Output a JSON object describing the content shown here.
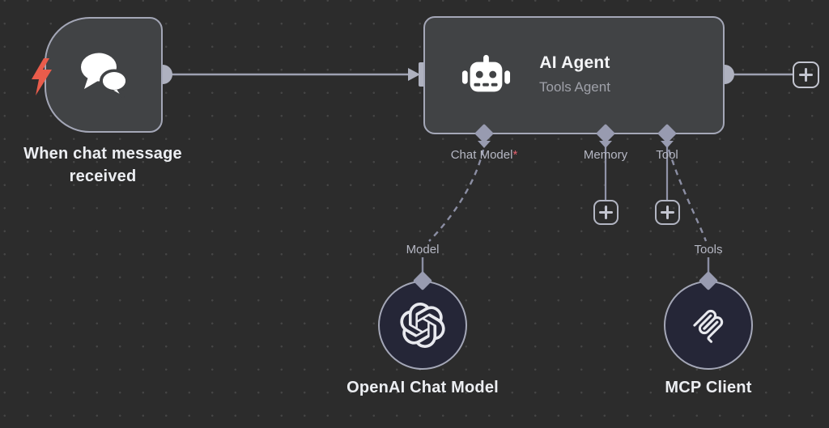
{
  "canvas": {
    "app": "workflow-editor"
  },
  "trigger_node": {
    "caption": "When chat message received",
    "icon": "chat-bubbles-icon",
    "execute_icon": "lightning-bolt-icon"
  },
  "agent_node": {
    "title": "AI Agent",
    "subtitle": "Tools Agent",
    "icon": "robot-icon",
    "ports": {
      "chat_model": {
        "label": "Chat Model",
        "required_marker": "*"
      },
      "memory": {
        "label": "Memory"
      },
      "tool": {
        "label": "Tool"
      }
    }
  },
  "openai_node": {
    "port_label": "Model",
    "caption": "OpenAI Chat Model",
    "icon": "openai-logo-icon"
  },
  "mcp_node": {
    "port_label": "Tools",
    "caption": "MCP Client",
    "icon": "mcp-logo-icon"
  },
  "colors": {
    "background": "#2c2c2c",
    "node_fill": "#414345",
    "round_node_fill": "#252637",
    "node_border": "#a4a7b7",
    "connector": "#9ea1b2",
    "port_label_text": "#b6b8c4",
    "required_red": "#e4606d",
    "bolt_red": "#e95c4b",
    "title_text": "#f4f5f7",
    "subtitle_text": "#9fa1a9"
  }
}
